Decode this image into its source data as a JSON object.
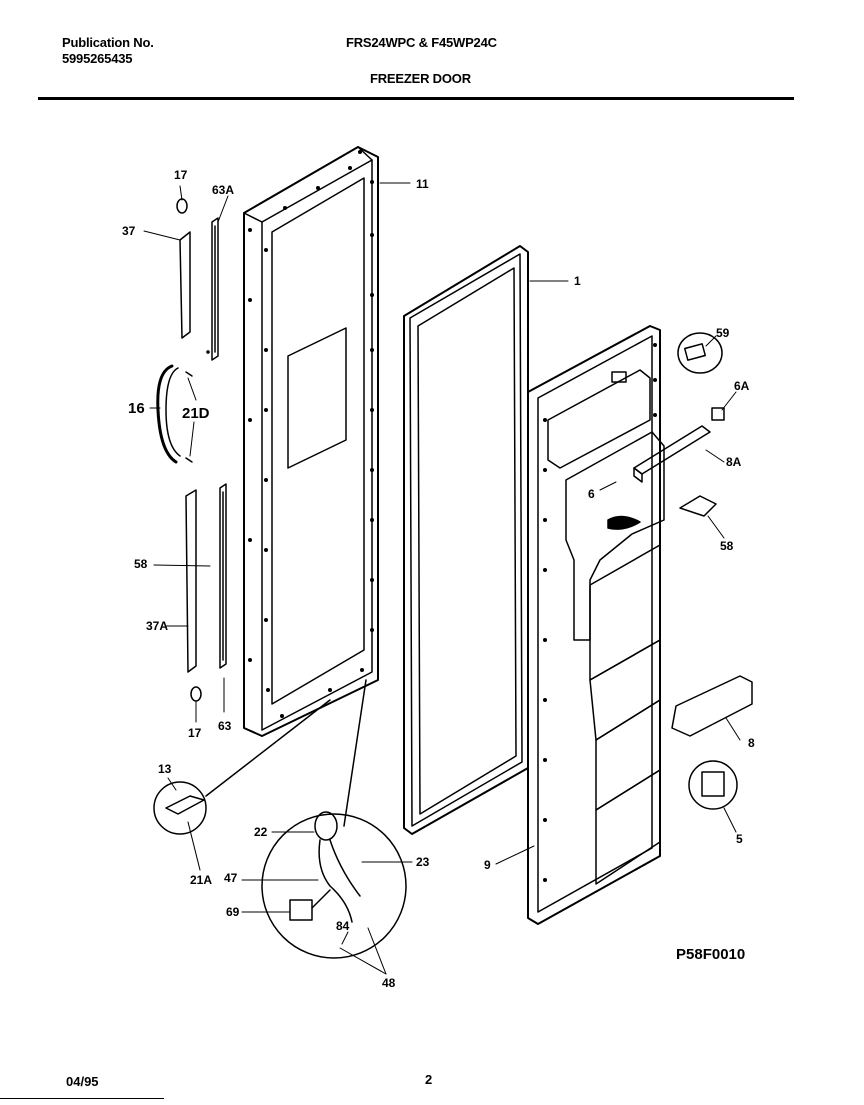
{
  "header": {
    "publication_label": "Publication No.",
    "publication_number": "5995265435",
    "model": "FRS24WPC & F45WP24C",
    "section_title": "FREEZER DOOR"
  },
  "callouts": {
    "c17_top": "17",
    "c63A": "63A",
    "c11": "11",
    "c37": "37",
    "c1": "1",
    "c59": "59",
    "c16": "16",
    "c21D": "21D",
    "c6A": "6A",
    "c8A": "8A",
    "c6": "6",
    "c58_right": "58",
    "c58_left": "58",
    "c37A": "37A",
    "c17_bottom": "17",
    "c63": "63",
    "c8": "8",
    "c13": "13",
    "c5": "5",
    "c22": "22",
    "c23": "23",
    "c9": "9",
    "c47": "47",
    "c21A": "21A",
    "c69": "69",
    "c84": "84",
    "c48": "48"
  },
  "drawing_code": "P58F0010",
  "footer": {
    "date": "04/95",
    "page": "2"
  }
}
